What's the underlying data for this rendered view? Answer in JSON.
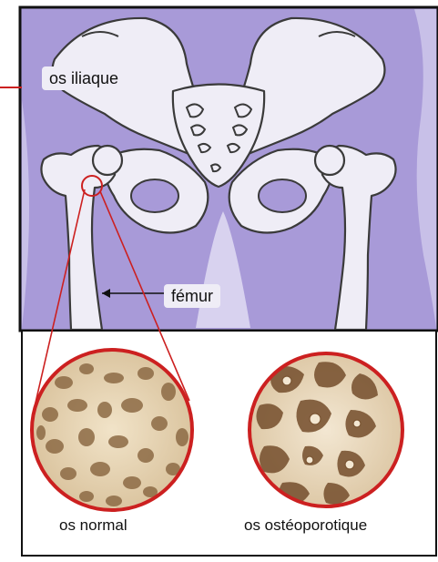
{
  "labels": {
    "iliac": "os iliaque",
    "femur": "fémur"
  },
  "captions": {
    "normal": "os normal",
    "osteoporotic": "os ostéoporotique"
  },
  "icons": [
    "pelvis-illustration",
    "normal-bone-texture",
    "osteoporotic-bone-texture",
    "magnifier-circle",
    "pointer-arrow"
  ],
  "colors": {
    "background_panel": "#a89ad8",
    "bone_fill": "#efedf6",
    "bone_outline": "#3a3a3a",
    "highlight_red": "#cc2020",
    "bone_texture": "#9c7a55"
  }
}
